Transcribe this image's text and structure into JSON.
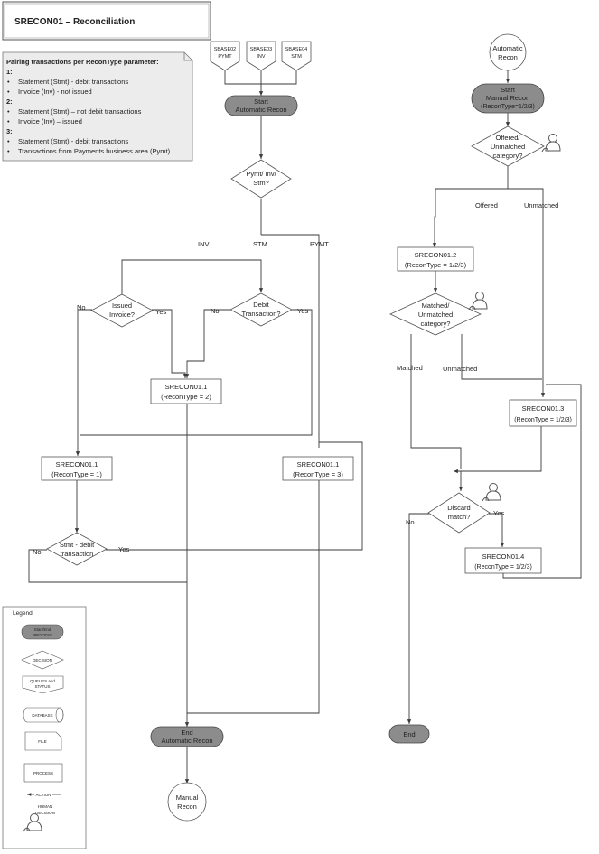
{
  "title": "SRECON01 – Reconciliation",
  "note": {
    "heading": "Pairing transactions per ReconType parameter:",
    "groups": [
      {
        "num": "1:",
        "items": [
          "Statement (Stmt) - debit transactions",
          "Invoice (Inv) - not issued"
        ]
      },
      {
        "num": "2:",
        "items": [
          "Statement (Stmt) – not debit transactions",
          "Invoice (Inv) – issued"
        ]
      },
      {
        "num": "3:",
        "items": [
          "Statement (Stmt) - debit transactions",
          "Transactions from Payments business area (Pymt)"
        ]
      }
    ]
  },
  "queues": [
    {
      "line1": "SBASE02",
      "line2": "PYMT"
    },
    {
      "line1": "SBASE03",
      "line2": "INV"
    },
    {
      "line1": "SBASE04",
      "line2": "STM"
    }
  ],
  "nodes": {
    "start_auto": [
      "Start",
      "Automatic Recon"
    ],
    "pymt_inv_stm": [
      "Pymt/ Inv/",
      "Stm?"
    ],
    "issued_invoice": [
      "Issued",
      "Invoice?"
    ],
    "debit_transaction": [
      "Debit",
      "Transaction?"
    ],
    "proc_recon2": [
      "SRECON01.1",
      "(ReconType = 2)"
    ],
    "proc_recon1": [
      "SRECON01.1",
      "(ReconType = 1)"
    ],
    "proc_recon3": [
      "SRECON01.1",
      "(ReconType = 3)"
    ],
    "stmt_debit": [
      "Stmt - debit",
      "transaction"
    ],
    "end_auto": [
      "End",
      "Automatic Recon"
    ],
    "manual_recon": [
      "Manual",
      "Recon"
    ],
    "automatic_recon": [
      "Automatic",
      "Recon"
    ],
    "start_manual": [
      "Start",
      "Manual Recon",
      "(ReconType=1/2/3)"
    ],
    "offered_unmatched": [
      "Offered/",
      "Unmatched",
      "category?"
    ],
    "proc_01_2": [
      "SRECON01.2",
      "(ReconType = 1/2/3)"
    ],
    "matched_unmatched": [
      "Matched/",
      "Unmatched",
      "category?"
    ],
    "proc_01_3": [
      "SRECON01.3",
      "(ReconType = 1/2/3)"
    ],
    "discard_match": [
      "Discard",
      "match?"
    ],
    "proc_01_4": [
      "SRECON01.4",
      "(ReconType = 1/2/3)"
    ],
    "end_manual": [
      "End"
    ]
  },
  "labels": {
    "inv": "INV",
    "stm": "STM",
    "pymt": "PYMT",
    "no": "No",
    "yes": "Yes",
    "offered": "Offered",
    "unmatched": "Unmatched",
    "matched": "Matched"
  },
  "legend": {
    "title": "Legend",
    "start_end": [
      "Start/End",
      "PROCESS"
    ],
    "decision": "DECISION",
    "queues": [
      "QUEUES and",
      "STATUS"
    ],
    "database": "DATABASE",
    "file": "FILE",
    "process": "PROCESS",
    "action": "ACTION",
    "human": [
      "HUMAN",
      "DECISION"
    ]
  },
  "colors": {
    "terminator_fill": "#8c8c8c",
    "note_fill": "#ececec",
    "line": "#3a3a3a",
    "box_fill": "#ffffff"
  }
}
